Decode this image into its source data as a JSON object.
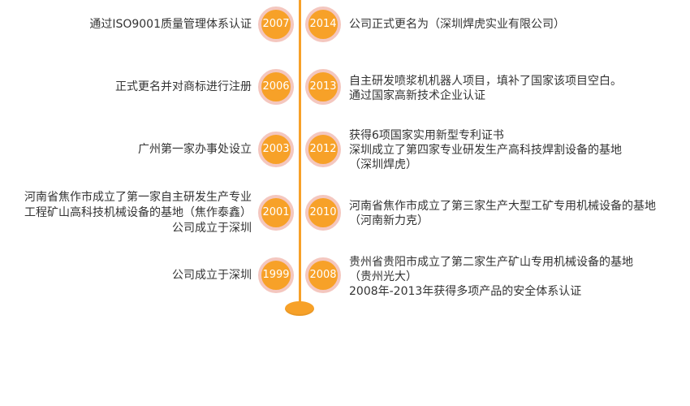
{
  "left_events": [
    {
      "year": "2007",
      "lines": [
        "通过ISO9001质量管理体系认证"
      ]
    },
    {
      "year": "2006",
      "lines": [
        "正式更名并对商标进行注册"
      ]
    },
    {
      "year": "2003",
      "lines": [
        "广州第一家办事处设立"
      ]
    },
    {
      "year": "2001",
      "lines": [
        "河南省焦作市成立了第一家自主研发生产专业",
        "工程矿山高科技机械设备的基地（焦作泰鑫）",
        "公司成立于深圳"
      ]
    },
    {
      "year": "1999",
      "lines": [
        "公司成立于深圳"
      ]
    }
  ],
  "right_events": [
    {
      "year": "2014",
      "lines": [
        "公司正式更名为（深圳焊虎实业有限公司）"
      ]
    },
    {
      "year": "2013",
      "lines": [
        "自主研发喷浆机机器人项目，填补了国家该项目空白。",
        "通过国家高新技术企业认证"
      ]
    },
    {
      "year": "2012",
      "lines": [
        "获得6项国家实用新型专利证书",
        "深圳成立了第四家专业研发生产高科技焊割设备的基地",
        "（深圳焊虎）"
      ]
    },
    {
      "year": "2010",
      "lines": [
        "河南省焦作市成立了第三家生产大型工矿专用机械设备的基地",
        "（河南新力克）"
      ]
    },
    {
      "year": "2008",
      "lines": [
        "贵州省贵阳市成立了第二家生产矿山专用机械设备的基地",
        "（贵州光大）",
        "2008年-2013年获得多项产品的安全体系认证"
      ]
    }
  ],
  "colors": {
    "accent": "#f7a128",
    "badge_ring": "#f4c7bf",
    "text": "#333333"
  }
}
